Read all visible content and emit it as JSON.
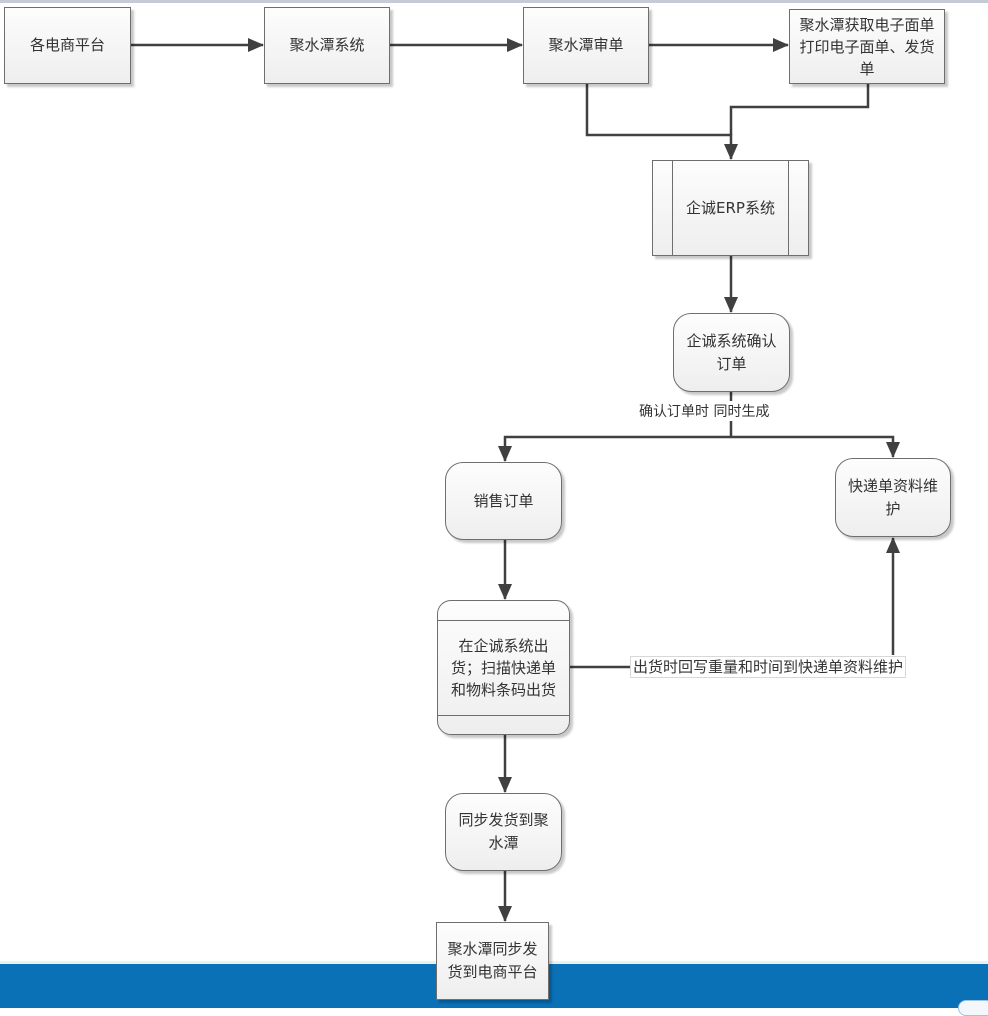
{
  "diagram": {
    "title": "",
    "nodes": {
      "platforms": "各电商平台",
      "jst_system": "聚水潭系统",
      "jst_review": "聚水潭审单",
      "jst_print": "聚水潭获取电子面单打印电子面单、发货单",
      "erp": "企诚ERP系统",
      "confirm_order": "企诚系统确认订单",
      "sales_order": "销售订单",
      "express_maint": "快递单资料维护",
      "ship_out": "在企诚系统出货；扫描快递单和物料条码出货",
      "sync_jst": "同步发货到聚水潭",
      "sync_platforms": "聚水潭同步发货到电商平台"
    },
    "edge_labels": {
      "confirm_split": "确认订单时 同时生成",
      "writeback": "出货时回写重量和时间到快递单资料维护"
    },
    "edges": [
      [
        "platforms",
        "jst_system"
      ],
      [
        "jst_system",
        "jst_review"
      ],
      [
        "jst_review",
        "jst_print"
      ],
      [
        "jst_review",
        "erp"
      ],
      [
        "jst_print",
        "erp"
      ],
      [
        "erp",
        "confirm_order"
      ],
      [
        "confirm_order",
        "sales_order"
      ],
      [
        "confirm_order",
        "express_maint"
      ],
      [
        "sales_order",
        "ship_out"
      ],
      [
        "ship_out",
        "express_maint"
      ],
      [
        "ship_out",
        "sync_jst"
      ],
      [
        "sync_jst",
        "sync_platforms"
      ]
    ],
    "colors": {
      "line": "#404040",
      "footer": "#0a71b7"
    }
  }
}
